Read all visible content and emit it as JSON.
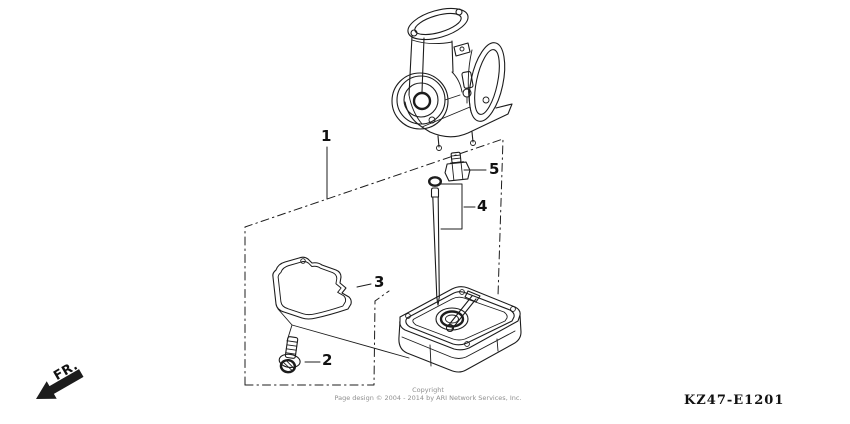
{
  "colors": {
    "ink": "#1c1c1c",
    "faint_text": "#8f8f8f",
    "background": "#ffffff"
  },
  "callouts": {
    "part1": "1",
    "part2": "2",
    "part3": "3",
    "part4": "4",
    "part5": "5"
  },
  "direction_marker": {
    "label": "FR."
  },
  "footer": {
    "copyright_line1": "Copyright",
    "copyright_line2": "Page design © 2004 - 2014 by ARI Network Services, Inc.",
    "diagram_code": "KZ47-E1201"
  }
}
